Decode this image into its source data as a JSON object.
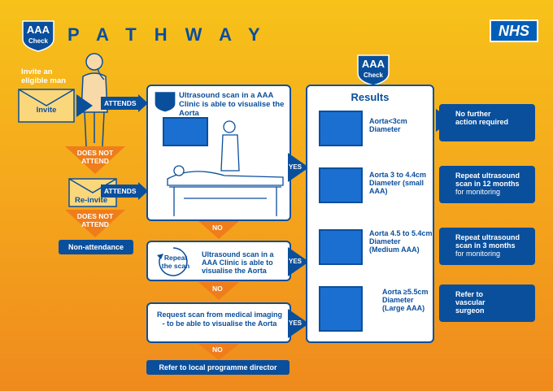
{
  "header": {
    "title": "PATHWAY",
    "logo_top": "AAA",
    "logo_bottom": "Check",
    "nhs": "NHS"
  },
  "invite": {
    "lead": "Invite an eligible man",
    "envelope": "Invite",
    "reinvite": "Re-invite",
    "attends_1": "ATTENDS",
    "attends_2": "ATTENDS",
    "dna_1": "DOES NOT ATTEND",
    "dna_2": "DOES NOT ATTEND",
    "non_attendance": "Non-attendance"
  },
  "steps": {
    "scan1": "Ultrasound scan in a AAA Clinic is able to visualise the Aorta",
    "scan2": "Ultrasound scan in a AAA Clinic is able to visualise the Aorta",
    "repeat": "Repeat the scan",
    "request": "Request scan from medical imaging - to be able to visualise the Aorta",
    "no_1": "NO",
    "no_2": "NO",
    "no_3": "NO",
    "yes_1": "YES",
    "yes_2": "YES",
    "yes_3": "YES",
    "refer_director": "Refer to local programme director"
  },
  "results": {
    "title": "Results",
    "items": [
      {
        "size": "Aorta<3cm Diameter",
        "action": "No further",
        "action2": "action required"
      },
      {
        "size": "Aorta 3 to 4.4cm Diameter (small AAA)",
        "action": "Repeat ultrasound scan in 12 months",
        "action2": "for monitoring"
      },
      {
        "size": "Aorta 4.5 to 5.4cm Diameter (Medium AAA)",
        "action": "Repeat ultrasound scan in 3 months",
        "action2": "for monitoring"
      },
      {
        "size": "Aorta ≥5.5cm Diameter (Large AAA)",
        "action": "Refer to vascular surgeon",
        "action2": ""
      }
    ]
  },
  "colors": {
    "navy": "#0a4f9c",
    "orange": "#f0811c",
    "nhs_blue": "#005eb8"
  }
}
